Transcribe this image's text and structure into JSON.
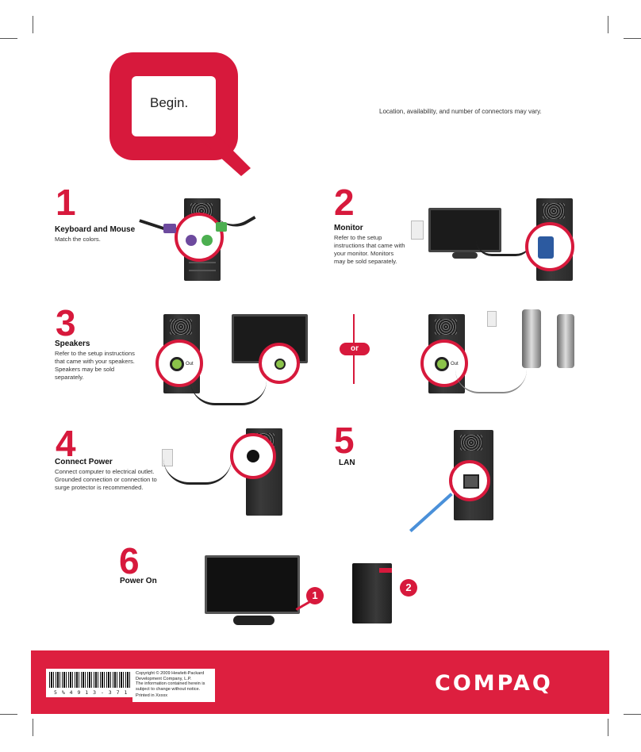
{
  "header": {
    "begin_label": "Begin.",
    "note": "Location, availability, and number of connectors may vary.",
    "brand_color": "#d7193c"
  },
  "steps": [
    {
      "number": "1",
      "title": "Keyboard and Mouse",
      "description": "Match the colors."
    },
    {
      "number": "2",
      "title": "Monitor",
      "description": "Refer to the setup instructions that came with your monitor. Monitors may be sold separately."
    },
    {
      "number": "3",
      "title": "Speakers",
      "description": "Refer to the setup instructions that came with your speakers. Speakers may be sold separately."
    },
    {
      "number": "4",
      "title": "Connect Power",
      "description": "Connect computer to electrical outlet. Grounded connection or connection to surge protector is recommended."
    },
    {
      "number": "5",
      "title": "LAN",
      "description": ""
    },
    {
      "number": "6",
      "title": "Power On",
      "description": ""
    }
  ],
  "speakers": {
    "or_label": "or",
    "out_label": "Out"
  },
  "power_on": {
    "badge_1": "1",
    "badge_2": "2"
  },
  "footer": {
    "barcode_text": "5 % 4 9 1 3 - 3 7 1",
    "copyright": "Copyright © 2009 Hewlett-Packard Development Company, L.P.",
    "notice": "The information contained herein is subject to change without notice.",
    "printed": "Printed in Xxxxx",
    "logo": "COMPAQ"
  }
}
